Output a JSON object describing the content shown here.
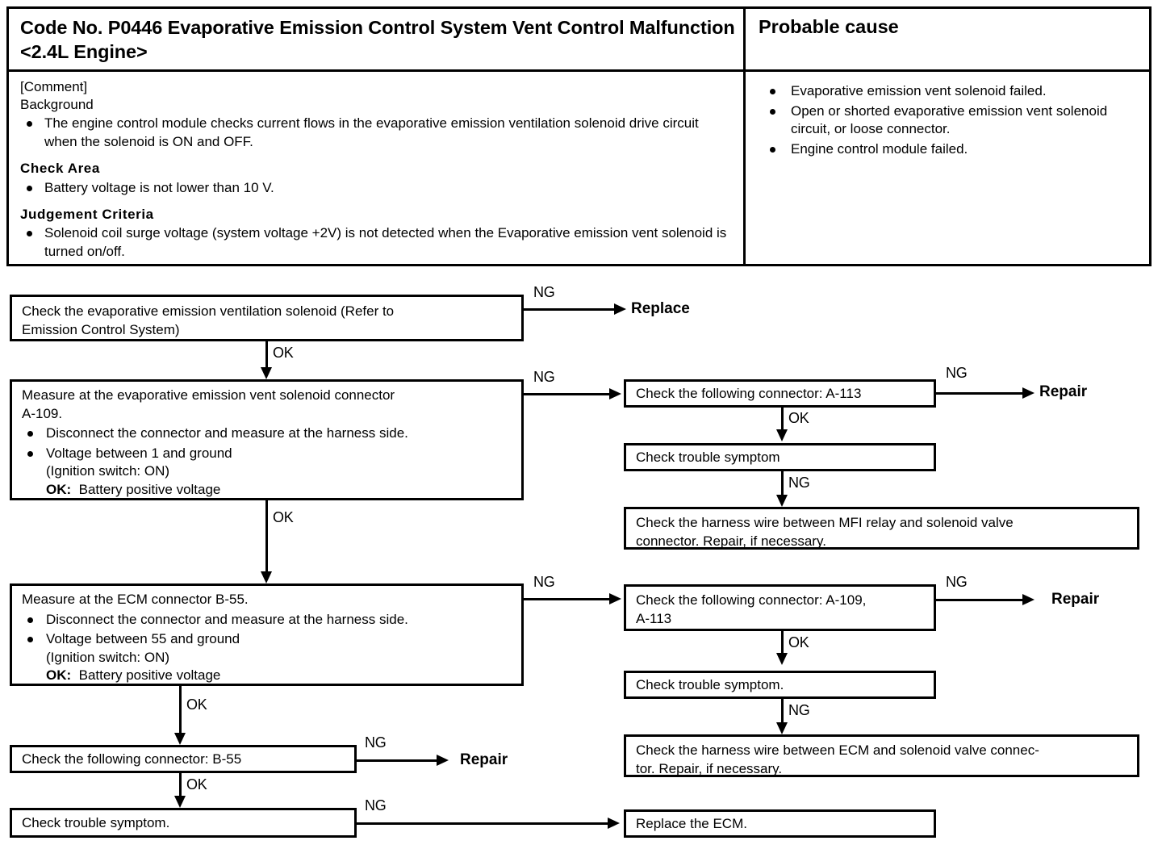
{
  "header": {
    "code_title": "Code No. P0446 Evaporative Emission Control System Vent Control Malfunction <2.4L Engine>",
    "probable_cause_title": "Probable cause",
    "comment_label": "[Comment]",
    "background_label": "Background",
    "background_items": [
      "The engine control module checks current flows in the evaporative emission ventilation solenoid drive circuit when the solenoid is ON and OFF."
    ],
    "check_area_label": "Check Area",
    "check_area_items": [
      "Battery voltage is not lower than 10 V."
    ],
    "judgement_criteria_label": "Judgement Criteria",
    "judgement_criteria_items": [
      "Solenoid coil surge voltage (system voltage +2V) is not detected when the Evaporative emission vent solenoid is turned on/off."
    ],
    "probable_causes": [
      "Evaporative emission vent solenoid failed.",
      "Open or shorted evaporative emission vent solenoid circuit, or loose connector.",
      "Engine control module failed."
    ]
  },
  "flow": {
    "labels": {
      "ng": "NG",
      "ok": "OK"
    },
    "step1": {
      "line1": "Check the evaporative emission ventilation solenoid (Refer to",
      "line2": "Emission Control System)",
      "ng_result": "Replace"
    },
    "step2": {
      "line1": "Measure at the evaporative emission vent solenoid connector",
      "line2": "A-109.",
      "bullet1": "Disconnect the connector and measure at the harness side.",
      "bullet2": "Voltage between 1 and ground",
      "sub1": "(Ignition switch: ON)",
      "sub2_bold": "OK:",
      "sub2_rest": "Battery positive voltage"
    },
    "step2_branch": {
      "connector_check": "Check the following connector: A-113",
      "ng_result": "Repair",
      "trouble_symptom": "Check trouble symptom",
      "harness_line1": "Check the harness wire between MFI relay and solenoid valve",
      "harness_line2": "connector. Repair, if necessary."
    },
    "step3": {
      "line1": "Measure at the ECM connector B-55.",
      "bullet1": "Disconnect the connector and measure at the harness side.",
      "bullet2": "Voltage between 55 and ground",
      "sub1": "(Ignition switch: ON)",
      "sub2_bold": "OK:",
      "sub2_rest": "Battery positive voltage"
    },
    "step3_branch": {
      "connector_check_line1": "Check the following connector: A-109,",
      "connector_check_line2": "A-113",
      "ng_result": "Repair",
      "trouble_symptom": "Check trouble symptom.",
      "harness_line1": "Check the harness wire between ECM and solenoid valve connec-",
      "harness_line2": "tor. Repair, if necessary."
    },
    "step4": {
      "connector_check": "Check the following connector: B-55",
      "ng_result": "Repair"
    },
    "step5": {
      "trouble_symptom": "Check trouble symptom.",
      "ng_result": "Replace the ECM."
    }
  }
}
